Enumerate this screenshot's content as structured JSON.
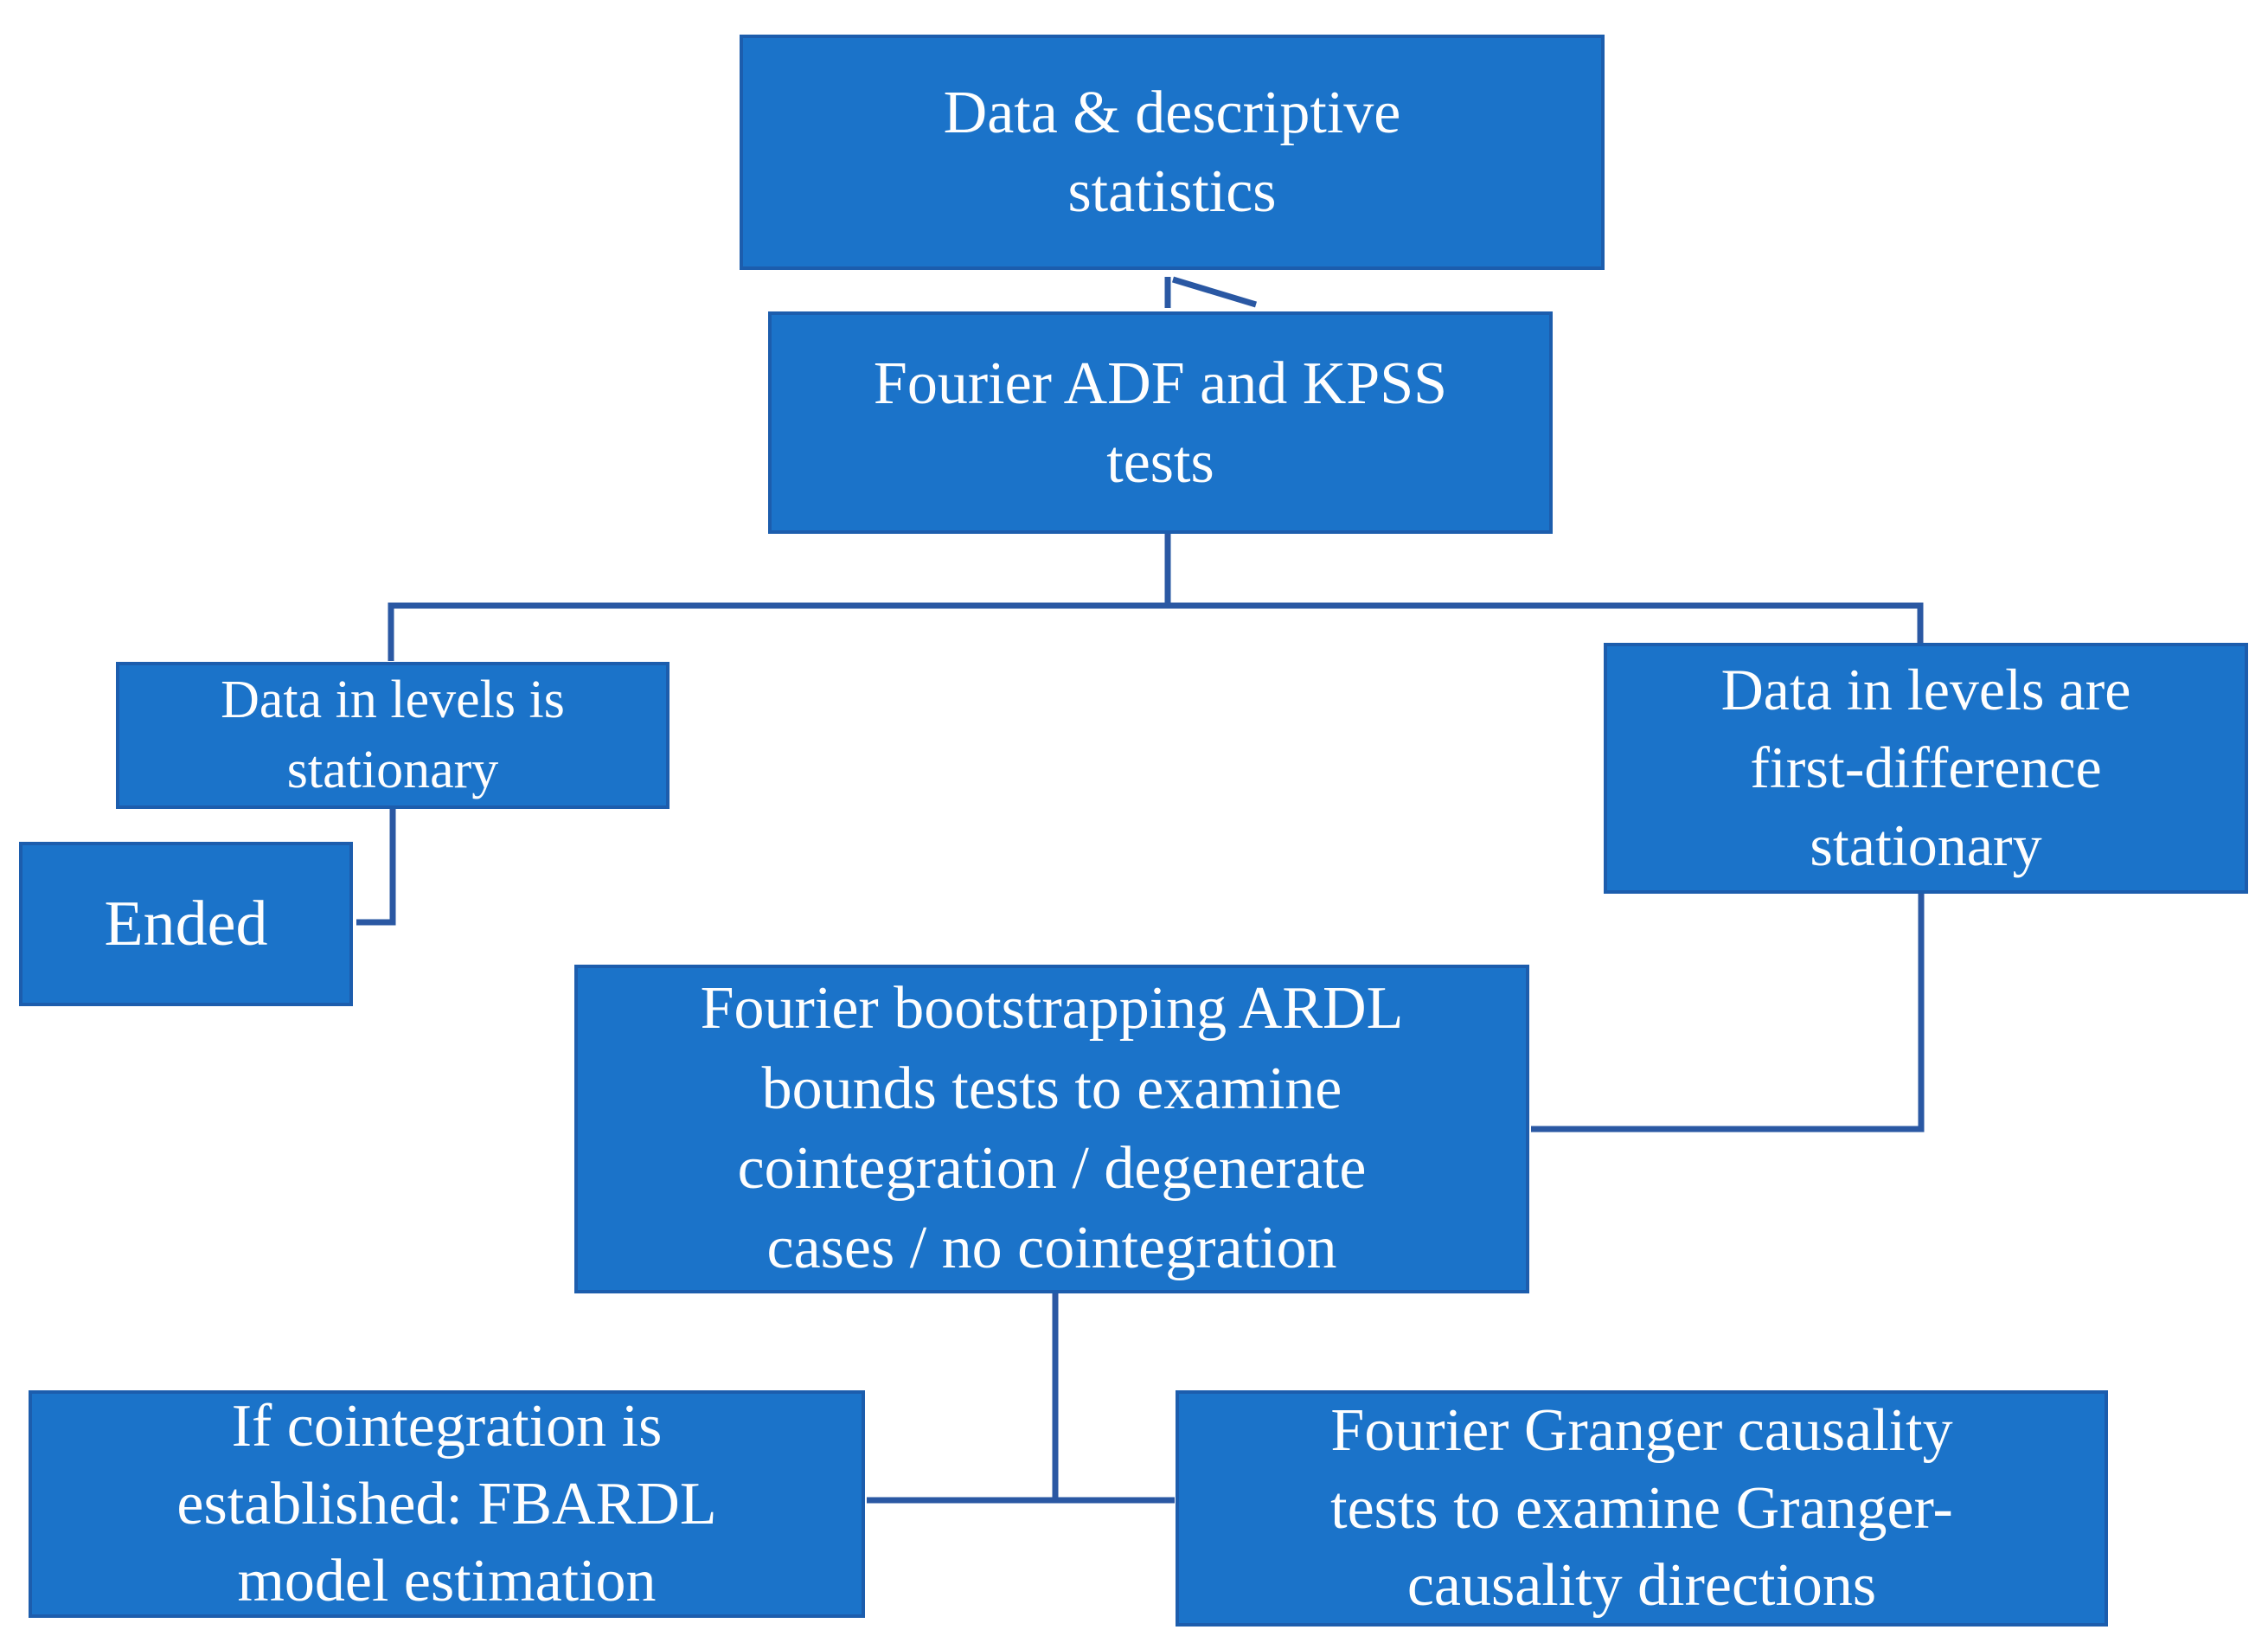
{
  "diagram": {
    "type": "flowchart",
    "colors": {
      "box_fill": "#1b73c9",
      "box_border": "#1c5dad",
      "connector": "#2a58a3",
      "text": "#fefefe",
      "background": "#ffffff"
    },
    "nodes": {
      "data_descriptive": {
        "text": "Data & descriptive\nstatistics"
      },
      "fourier_adf_kpss": {
        "text": "Fourier ADF and KPSS\ntests"
      },
      "levels_stationary": {
        "text": "Data in levels  is\nstationary"
      },
      "ended": {
        "text": "Ended"
      },
      "first_difference": {
        "text": "Data in levels are\nfirst-difference\nstationary"
      },
      "fbardl_bounds": {
        "text": "Fourier bootstrapping ARDL\nbounds tests to examine\ncointegration / degenerate\ncases / no cointegration"
      },
      "fbardl_estimation": {
        "text": "If cointegration is\nestablished: FBARDL\nmodel estimation"
      },
      "granger_causality": {
        "text": "Fourier Granger causality\ntests to examine Granger-\ncausality directions"
      }
    },
    "edges": [
      {
        "from": "data_descriptive",
        "to": "fourier_adf_kpss"
      },
      {
        "from": "fourier_adf_kpss",
        "to": "levels_stationary"
      },
      {
        "from": "fourier_adf_kpss",
        "to": "first_difference"
      },
      {
        "from": "levels_stationary",
        "to": "ended"
      },
      {
        "from": "first_difference",
        "to": "fbardl_bounds"
      },
      {
        "from": "fbardl_bounds",
        "to": "fbardl_estimation"
      },
      {
        "from": "fbardl_bounds",
        "to": "granger_causality"
      }
    ]
  }
}
